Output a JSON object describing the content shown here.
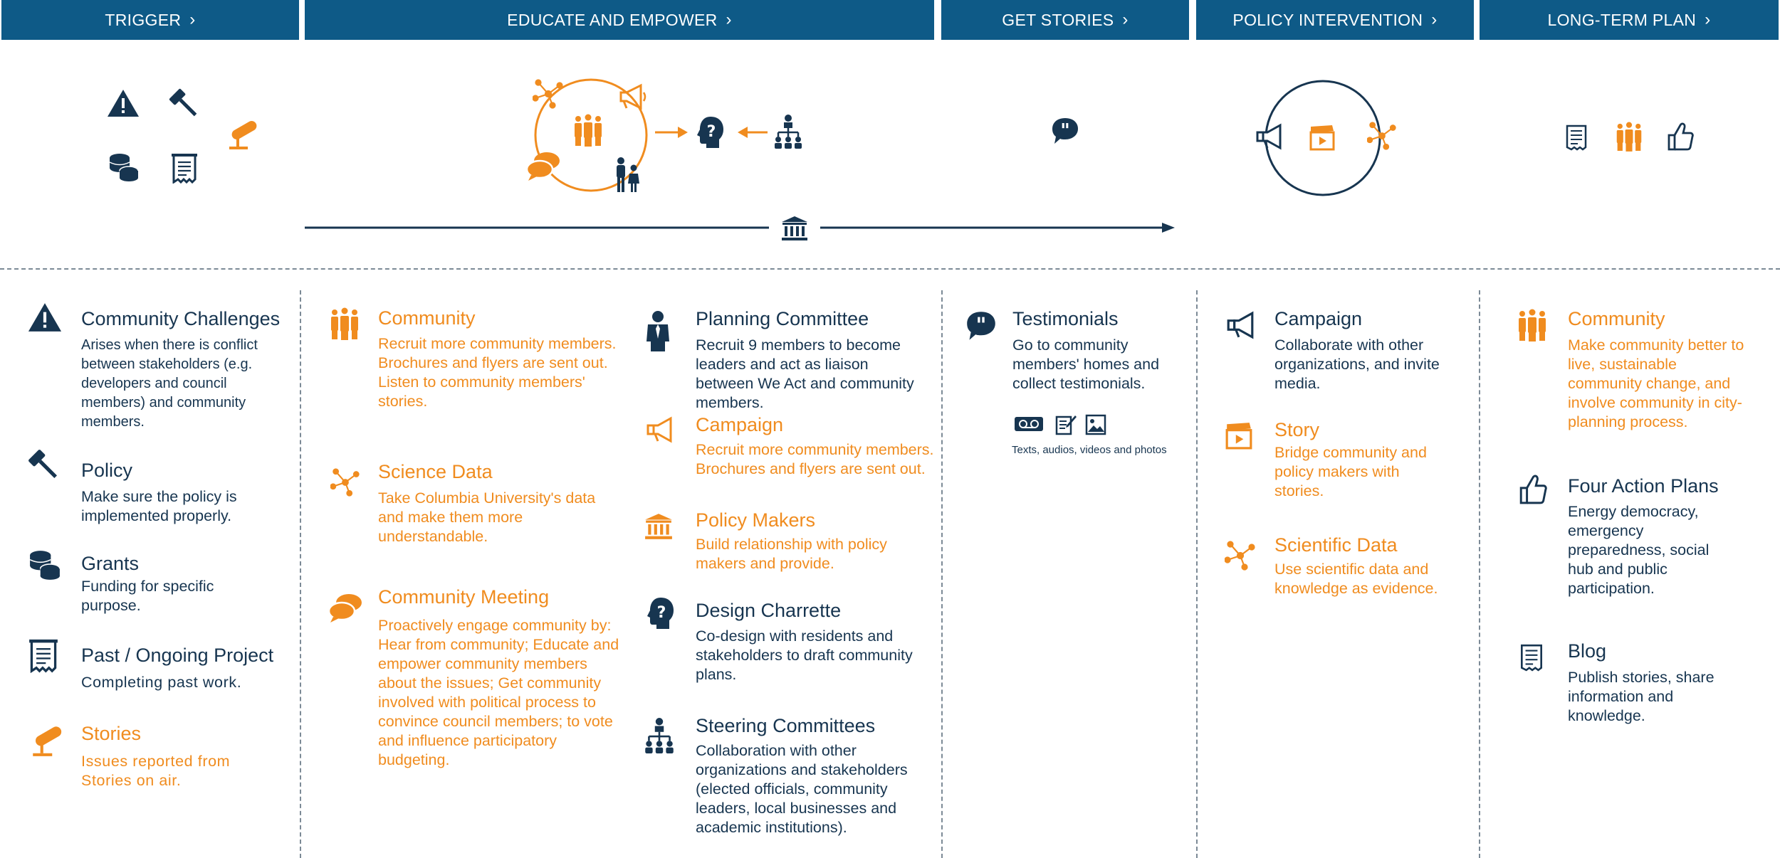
{
  "colors": {
    "navy": "#173550",
    "orange": "#f08c1f",
    "header_bg": "#0e5a87"
  },
  "header": [
    {
      "label": "TRIGGER"
    },
    {
      "label": "EDUCATE AND EMPOWER"
    },
    {
      "label": "GET STORIES"
    },
    {
      "label": "POLICY INTERVENTION"
    },
    {
      "label": "LONG-TERM PLAN"
    }
  ],
  "trigger": {
    "items": [
      {
        "icon": "warning-icon",
        "title": "Community Challenges",
        "body": "Arises when there is conflict between stakeholders (e.g. developers and council members) and community members."
      },
      {
        "icon": "gavel-icon",
        "title": "Policy",
        "body": "Make sure the policy is implemented properly."
      },
      {
        "icon": "coins-icon",
        "title": "Grants",
        "body": "Funding for specific purpose."
      },
      {
        "icon": "document-icon",
        "title": "Past / Ongoing Project",
        "body": "Completing past work."
      },
      {
        "icon": "microphone-icon",
        "title": "Stories",
        "body": "Issues reported from Stories on air."
      }
    ]
  },
  "educate_left": {
    "items": [
      {
        "icon": "people-icon",
        "title": "Community",
        "body": "Recruit more community members. Brochures and flyers are sent out. Listen to community members' stories."
      },
      {
        "icon": "network-icon",
        "title": "Science Data",
        "body": "Take Columbia University's data and make them more understandable."
      },
      {
        "icon": "speech-bubbles-icon",
        "title": "Community Meeting",
        "body": "Proactively engage community by: Hear from community; Educate and empower community members about the issues; Get community involved with political process to convince council members; to vote and influence participatory budgeting."
      }
    ]
  },
  "educate_right": {
    "items": [
      {
        "icon": "person-suit-icon",
        "title": "Planning Committee",
        "body": "Recruit 9 members to become leaders and act as liaison between We Act and community members."
      },
      {
        "icon": "megaphone-icon",
        "title": "Campaign",
        "body": "Recruit more community members. Brochures and flyers are sent out."
      },
      {
        "icon": "government-building-icon",
        "title": "Policy Makers",
        "body": "Build relationship with policy makers and provide."
      },
      {
        "icon": "head-question-icon",
        "title": "Design Charrette",
        "body": "Co-design with residents and stakeholders to draft community plans."
      },
      {
        "icon": "org-chart-icon",
        "title": "Steering Committees",
        "body": "Collaboration with other organizations and stakeholders (elected officials, community leaders, local businesses and academic institutions)."
      }
    ]
  },
  "stories": {
    "items": [
      {
        "icon": "quote-bubble-icon",
        "title": "Testimonials",
        "body": "Go to community members' homes and collect testimonials."
      }
    ],
    "media_caption": "Texts, audios, videos and photos"
  },
  "policy": {
    "items": [
      {
        "icon": "megaphone-icon",
        "title": "Campaign",
        "body": "Collaborate with other organizations, and  invite media."
      },
      {
        "icon": "clapperboard-icon",
        "title": "Story",
        "body": "Bridge community and policy makers with stories."
      },
      {
        "icon": "network-icon",
        "title": "Scientific Data",
        "body": "Use scientific data and knowledge as evidence."
      }
    ]
  },
  "longterm": {
    "items": [
      {
        "icon": "people-icon",
        "title": "Community",
        "body": "Make community better to live, sustainable community change, and involve community in city-planning process."
      },
      {
        "icon": "thumbs-up-icon",
        "title": "Four Action Plans",
        "body": "Energy democracy, emergency preparedness, social hub and public participation."
      },
      {
        "icon": "document-icon",
        "title": "Blog",
        "body": "Publish stories, share information and knowledge."
      }
    ]
  }
}
